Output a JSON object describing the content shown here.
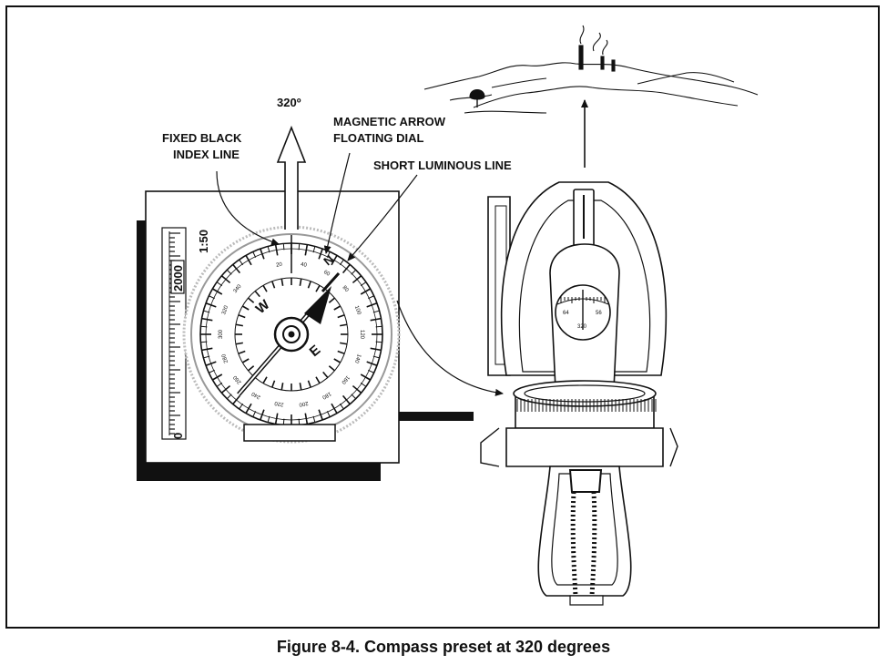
{
  "caption": "Figure 8-4. Compass preset at 320 degrees",
  "labels": {
    "bearing": "320º",
    "fixed_black_index_line": [
      "FIXED BLACK",
      "INDEX LINE"
    ],
    "magnetic_arrow_floating_dial": [
      "MAGNETIC ARROW",
      "FLOATING DIAL"
    ],
    "short_luminous_line": "SHORT LUMINOUS LINE"
  },
  "compass_face": {
    "west": "W",
    "east": "E",
    "north": "N",
    "dial_numbers": [
      "340",
      "320",
      "300",
      "280",
      "260",
      "240",
      "220",
      "200",
      "180",
      "160",
      "140",
      "120",
      "100",
      "80",
      "60",
      "40",
      "20"
    ]
  },
  "scale_ruler": {
    "ratio": "1:50",
    "value": "2000",
    "zero": "0"
  },
  "sight_window": {
    "left": "64",
    "right": "56",
    "center": "320"
  }
}
